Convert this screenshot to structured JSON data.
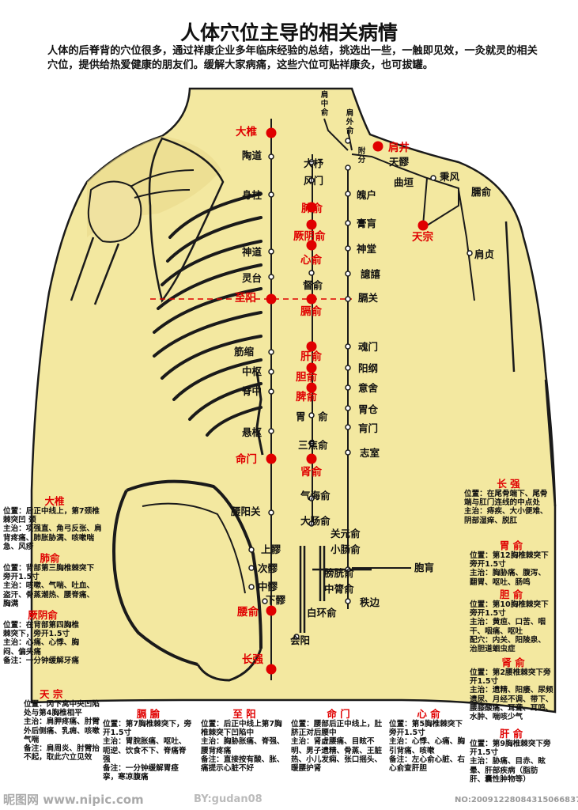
{
  "title": "人体穴位主导的相关病情",
  "intro": "人体的后脊背的穴位很多，通过祥康企业多年临床经验的总结，挑选出一些，一触即见效，一灸就灵的相关穴位，提供给热爱健康的朋友们。缓解大家病痛，这些穴位可贴祥康灸，也可拔罐。",
  "colors": {
    "skin": "#f3e8a0",
    "skin_dark": "#e9d98a",
    "line": "#1a1a1a",
    "point": "#e00000",
    "text": "#111111"
  },
  "vertical_labels": {
    "jianzhongshu": "肩中俞",
    "jianwaishu": "肩外俞",
    "fufen": "附分"
  },
  "points": {
    "dazhui": "大椎",
    "jianjing": "肩井",
    "taodao": "陶道",
    "dazhu": "大杼",
    "tianliao": "天髎",
    "fengmen": "风门",
    "quyuan": "曲垣",
    "bingfeng": "秉风",
    "naoshu": "臑俞",
    "shenzhu": "身柱",
    "pohu": "魄户",
    "feishu": "肺俞",
    "gaohuang": "膏肓",
    "tianzong": "天宗",
    "jueyinshu": "厥阴俞",
    "shendao": "神道",
    "shentang": "神堂",
    "xinshu": "心俞",
    "jianzhen": "肩贞",
    "yixi": "譩譆",
    "lingtai": "灵台",
    "dushu": "督俞",
    "zhiyang": "至阳",
    "geguan": "膈关",
    "geshu": "膈俞",
    "jinsuo": "筋缩",
    "hunmen": "魂门",
    "ganshu": "肝俞",
    "yanggang": "阳纲",
    "zhongshu": "中枢",
    "danshu": "胆俞",
    "yishe": "意舍",
    "jizhong": "脊中",
    "pishu": "脾俞",
    "weicang": "胃仓",
    "wei": "胃",
    "yu": "俞",
    "huangmen": "肓门",
    "xuanshu": "悬枢",
    "sanjiaoshu": "三焦俞",
    "zhishi": "志室",
    "mingmen": "命门",
    "shenshu": "肾俞",
    "qihaishu": "气海俞",
    "yaoyangguan": "腰阳关",
    "dachangshu": "大肠俞",
    "guanyuanshu": "关元俞",
    "xiaochangshu": "小肠俞",
    "shangliao": "上髎",
    "baohuang": "胞肓",
    "ciliao": "次髎",
    "pangguangshu": "膀胱俞",
    "zhonglushu": "中膂俞",
    "zhongliao": "中髎",
    "zhibian": "秩边",
    "xialiao": "下髎",
    "yaoshu": "腰俞",
    "baihuanshu": "白环俞",
    "huiyang": "会阳",
    "changqiang": "长强"
  },
  "info_left": [
    {
      "name": "大椎",
      "lines": [
        "位置：后正中线上，第7颈椎棘突凹 颈",
        "主治：项强直、角弓反张、肩背疼痛、肺胀胁满、咳嗽喘急、风疹"
      ]
    },
    {
      "name": "肺俞",
      "lines": [
        "位置：背部第三胸椎棘突下旁开1.5寸",
        "主治：咳嗽、气喘、吐血、盗汗、骨蒸潮热、腰脊痛、胸满"
      ]
    },
    {
      "name": "厥阴俞",
      "lines": [
        "位置：在背部第四胸椎棘突下，旁开1.5寸",
        "主治：心痛、心悸、胸闷、偏头痛",
        "备注：一分钟缓解牙痛"
      ]
    }
  ],
  "info_tianzong": {
    "name": "天 宗",
    "lines": [
      "位置：冈下窝中央凹陷处与第4胸椎相平",
      "主治：肩胛疼痛、肘臂外后侧痛、乳痈、咳嗽气喘",
      "备注：肩周炎、肘臂抬不起，取此穴立见效"
    ]
  },
  "info_bottom": [
    {
      "name": "膈 腧",
      "lines": [
        "位置：第7胸椎棘突下，旁开1.5寸",
        "主治：胃脘胀痛、呕吐、呃逆、饮食不下、脊痛脊强",
        "备注：一分钟缓解胃痉挛，寒凉腹痛"
      ]
    },
    {
      "name": "至 阳",
      "lines": [
        "位置：后正中线上第7胸椎棘突下凹陷中",
        "主治：胸胁胀痛、脊强、腰背疼痛",
        "备注：直接按有酸、胀、痛提示心脏不好"
      ]
    },
    {
      "name": "命 门",
      "lines": [
        "位置：腰部后正中线上，肚脐正对后腰中",
        "主治：肾虚腰痛、目眩不明、男子遗精、骨蒸、王脏热、小儿发痫、张口摇头、暖腰护肾"
      ]
    },
    {
      "name": "心 俞",
      "lines": [
        "位置：第5胸椎棘突下旁开1.5寸",
        "主治：心悸、心痛、胸引背痛、咳嗽",
        "备注：左心俞心脏、右心俞查肝胆"
      ]
    }
  ],
  "info_right": [
    {
      "name": "长 强",
      "lines": [
        "位置：在尾骨端下、尾骨端与肛门连线的中点处",
        "主治：痔疾、大小便难、阴部湿痒、脱肛"
      ]
    },
    {
      "name": "胃 俞",
      "lines": [
        "位置：第12胸椎棘突下旁开1.5寸",
        "主治：胸胁痛、腹泻、翻胃、呕吐、肠鸣"
      ]
    },
    {
      "name": "胆 俞",
      "lines": [
        "位置：第10胸椎棘突下旁开1.5寸",
        "主治：黄疸、口苦、咽干、咽痛、呕吐",
        "配穴：内关、阳陵泉、治胆道蛔虫症"
      ]
    },
    {
      "name": "肾 俞",
      "lines": [
        "位置：第2腰椎棘突下旁开1.5寸",
        "主治：遗精、阳痿、尿频遗尿、月经不调、带下、腰膝酸痛、耳聋、耳鸣、水肿、喘咳少气"
      ]
    },
    {
      "name": "肝 俞",
      "lines": [
        "位置：第9胸椎棘突下旁开1.5寸",
        "主治：胁痛、目赤、眩晕、肝部疾病（脂肪肝、囊性肿物等）"
      ]
    }
  ],
  "watermarks": {
    "left": "昵图网 www.nipic.com",
    "mid": "BY:gudan08",
    "right": "NO:20091228084315066837"
  }
}
